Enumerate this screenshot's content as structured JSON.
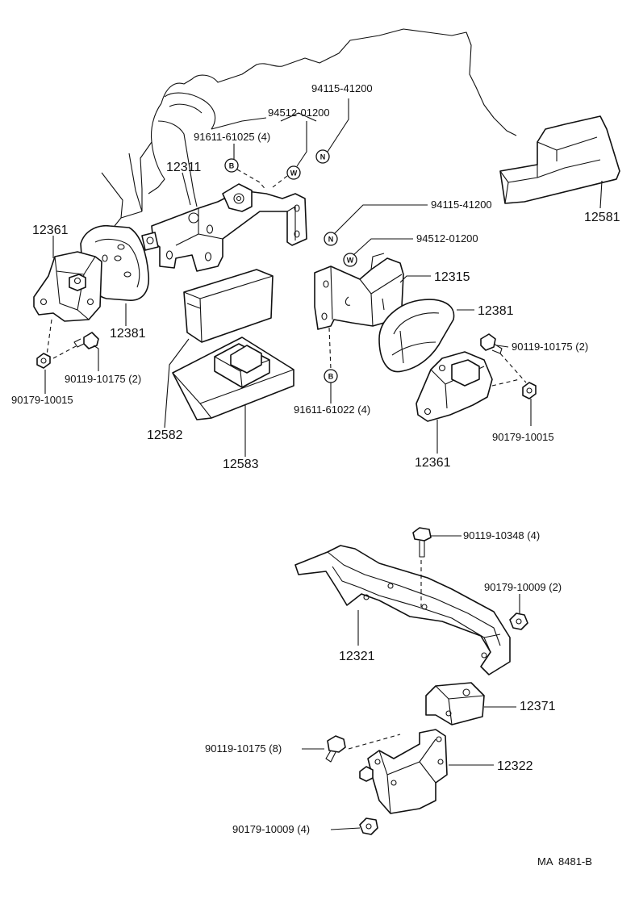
{
  "diagram": {
    "code": "MA  8481-B",
    "parts": {
      "p94115_top": "94115-41200",
      "p94512_top": "94512-01200",
      "p91611_top": "91611-61025 (4)",
      "p12311": "12311",
      "p12361_left": "12361",
      "p12381_left": "12381",
      "p90119_left": "90119-10175 (2)",
      "p90179_left": "90179-10015",
      "p12581": "12581",
      "p94115_mid": "94115-41200",
      "p94512_mid": "94512-01200",
      "p12315": "12315",
      "p12381_right": "12381",
      "p90119_right": "90119-10175 (2)",
      "p90179_right": "90179-10015",
      "p91611_mid": "91611-61022 (4)",
      "p12361_right": "12361",
      "p12582": "12582",
      "p12583": "12583",
      "p90119_348": "90119-10348 (4)",
      "p90179_009a": "90179-10009 (2)",
      "p12321": "12321",
      "p12371": "12371",
      "p90119_175_8": "90119-10175 (8)",
      "p12322": "12322",
      "p90179_009b": "90179-10009 (4)"
    },
    "symbols": {
      "bolt": "B",
      "washer": "W",
      "nut": "N"
    }
  }
}
